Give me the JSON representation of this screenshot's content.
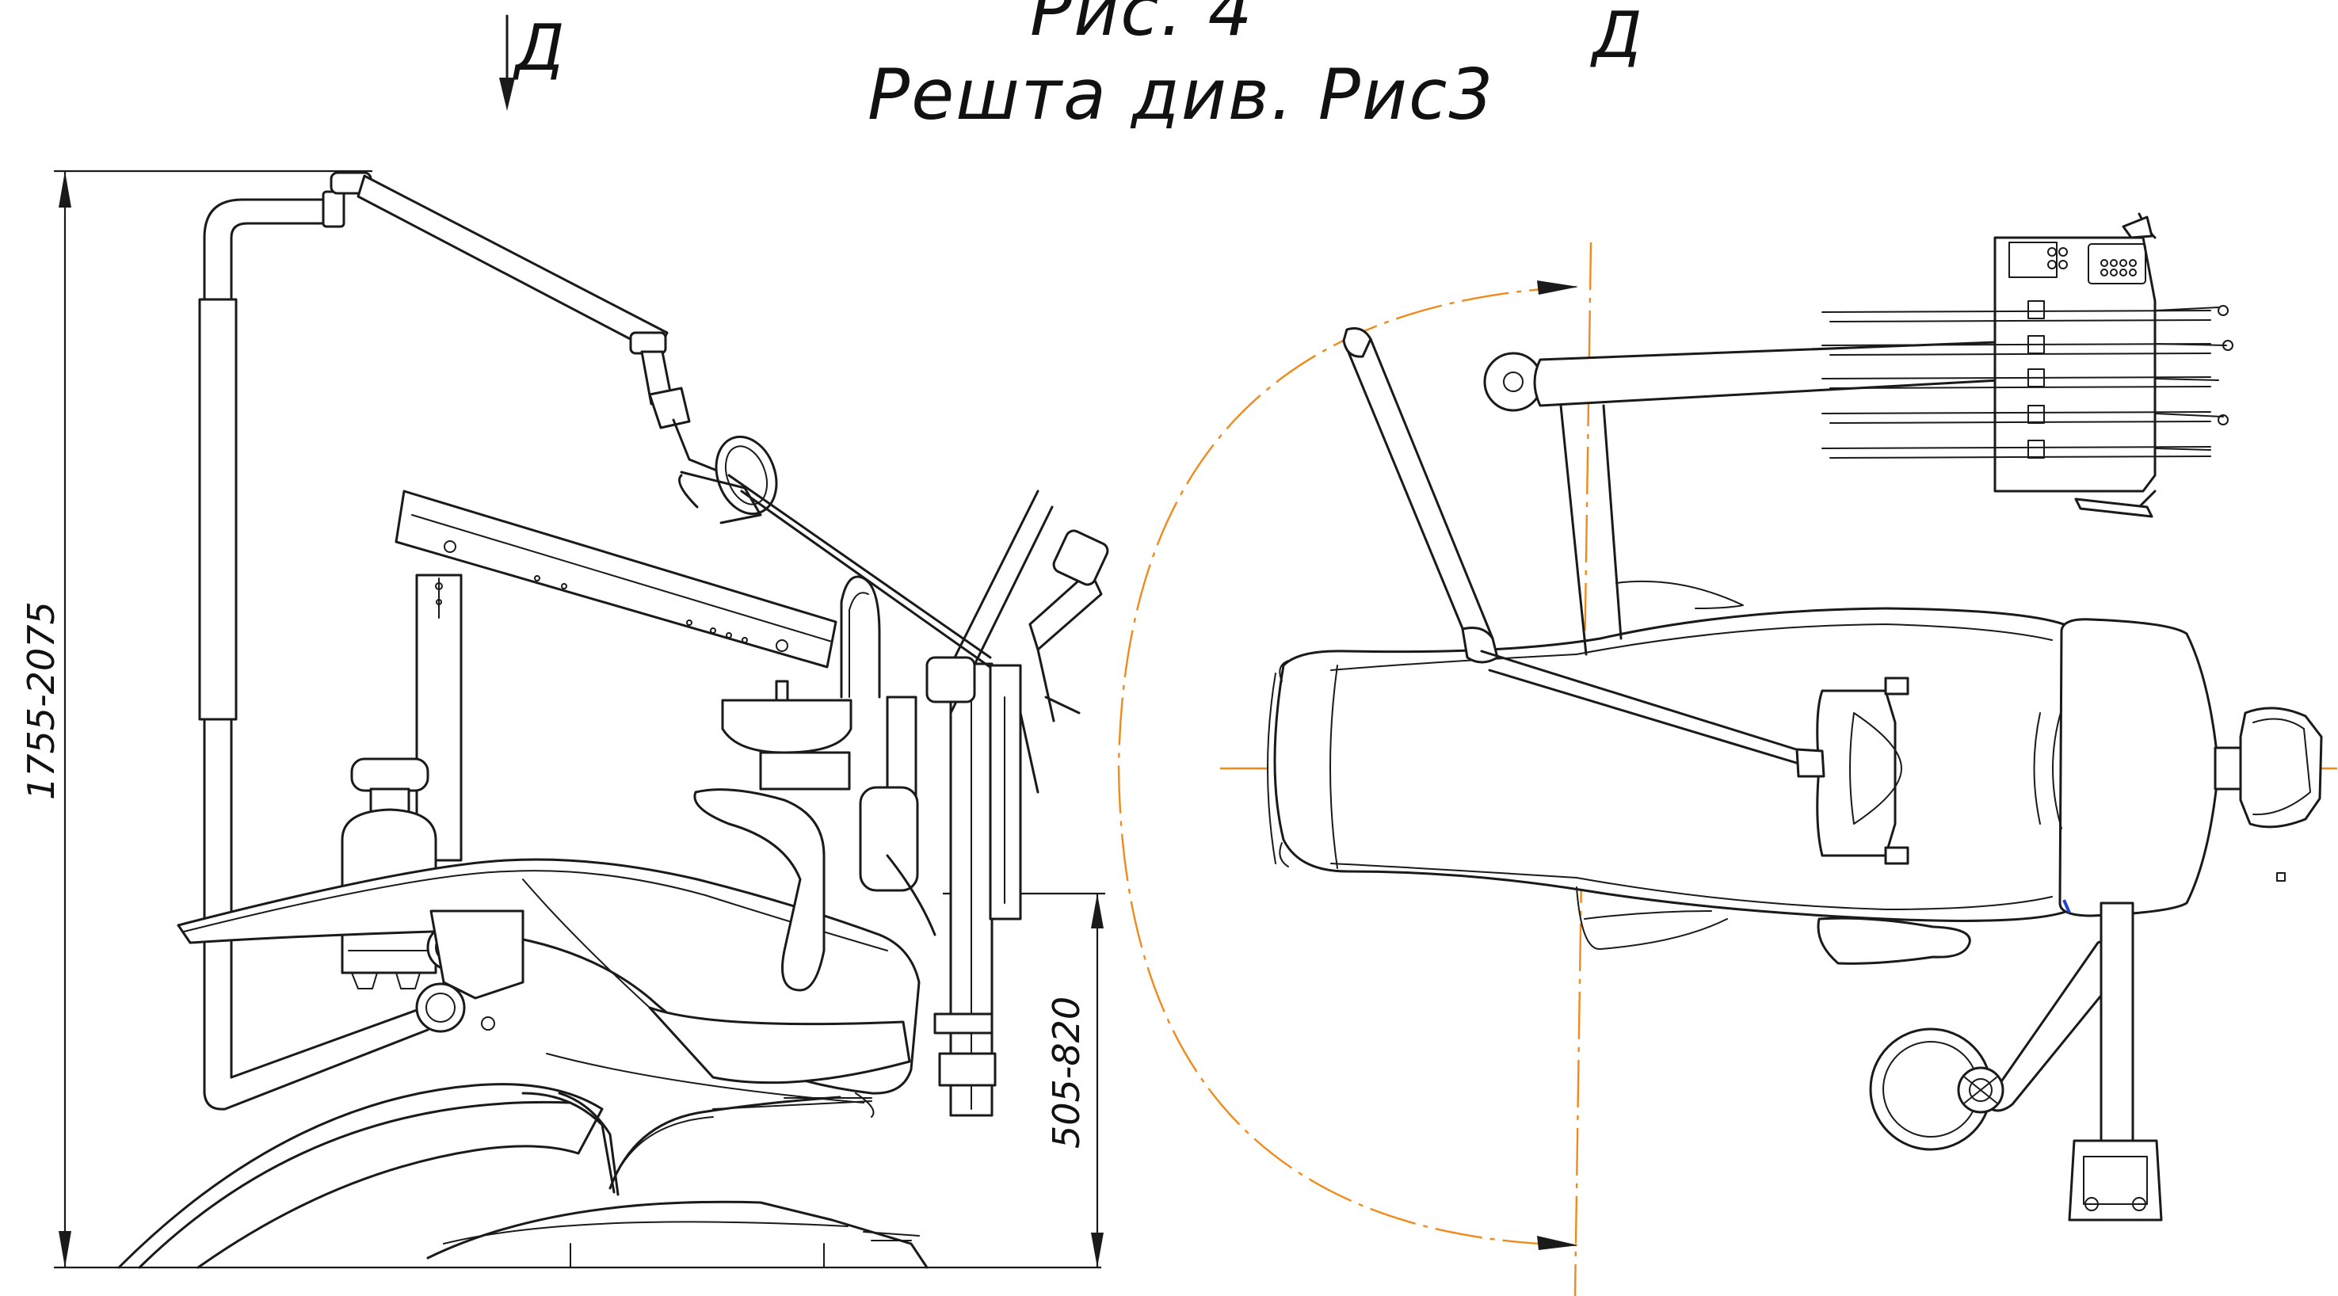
{
  "drawing": {
    "title_line1": "Рис. 4",
    "title_line2": "Решта див. Рис3",
    "view_marker_left": "Д",
    "view_marker_right": "Д",
    "dimension_total_height": "1755-2075",
    "dimension_seat_height": "505-820"
  },
  "colors": {
    "line": "#1a1a1a",
    "centerline": "#f08a1c",
    "accent": "#2040d0",
    "background": "#ffffff"
  },
  "icons": {
    "view_arrow": "down-arrow-icon"
  }
}
